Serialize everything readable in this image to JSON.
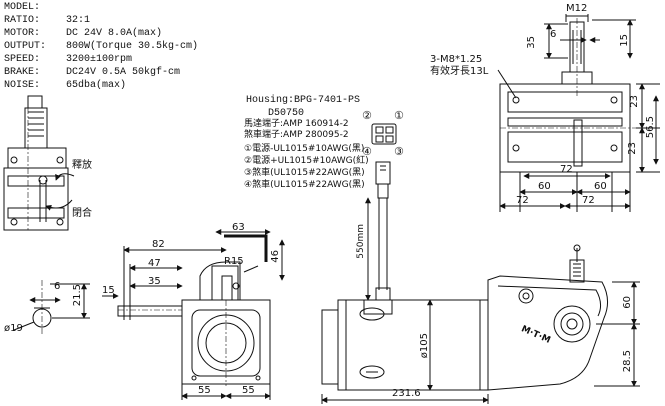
{
  "specs": [
    {
      "key": "MODEL:",
      "value": ""
    },
    {
      "key": "RATIO:",
      "value": "32:1"
    },
    {
      "key": "MOTOR:",
      "value": "DC 24V 8.0A(max)"
    },
    {
      "key": "OUTPUT:",
      "value": "800W(Torque 30.5kg-cm)"
    },
    {
      "key": "SPEED:",
      "value": "3200±100rpm"
    },
    {
      "key": "BRAKE:",
      "value": "DC24V 0.5A 50kgf-cm"
    },
    {
      "key": "NOISE:",
      "value": "65dba(max)"
    }
  ],
  "housing": {
    "line1": "Housing:BPG-7401-PS",
    "line2": "D50750",
    "line3": "馬達端子:AMP 160914-2",
    "line4": "煞車端子:AMP 280095-2"
  },
  "wiring": [
    "①電源-UL1015#10AWG(黑)",
    "②電源+UL1015#10AWG(紅)",
    "③煞車(UL1015#22AWG(黑)",
    "④煞車(UL1015#22AWG(黑)"
  ],
  "connector_pins": [
    "②",
    "①",
    "④",
    "③"
  ],
  "cable_length": "550mm",
  "brake_lever": {
    "release": "釋放",
    "engage": "閉合"
  },
  "thread_note": {
    "line1": "3-M8*1.25",
    "line2": "有效牙長13L"
  },
  "dims": {
    "m12": "M12",
    "d35": "35",
    "d6": "6",
    "d15": "15",
    "d23a": "23",
    "d23b": "23",
    "d56_5": "56.5",
    "d72a": "72",
    "d60a": "60",
    "d60b": "60",
    "d72b": "72",
    "d72c": "72",
    "d63": "63",
    "d82": "82",
    "d47": "47",
    "d35b": "35",
    "d15b": "15",
    "r15": "R15",
    "d46": "46",
    "d55a": "55",
    "d55b": "55",
    "d6b": "6",
    "d21_5": "21.5",
    "d19": "ø19",
    "d105": "ø105",
    "d231_6": "231.6",
    "d60c": "60",
    "d28_5": "28.5"
  },
  "brand": "M·T·M"
}
